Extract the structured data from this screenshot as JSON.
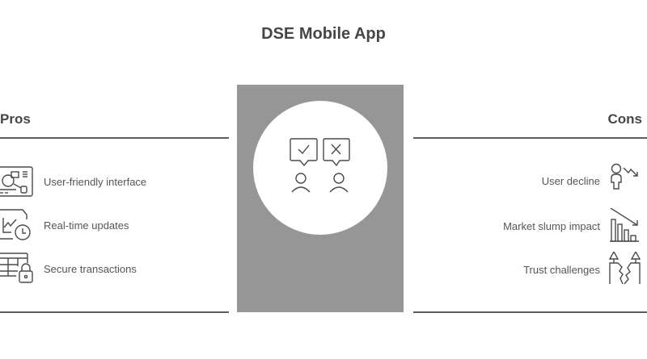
{
  "title": "DSE Mobile App",
  "pros": {
    "heading": "Pros",
    "items": [
      {
        "label": "User-friendly interface",
        "icon": "interface-layout-icon"
      },
      {
        "label": "Real-time updates",
        "icon": "chart-clock-icon"
      },
      {
        "label": "Secure transactions",
        "icon": "table-lock-icon"
      }
    ]
  },
  "cons": {
    "heading": "Cons",
    "items": [
      {
        "label": "User decline",
        "icon": "user-decline-icon"
      },
      {
        "label": "Market slump impact",
        "icon": "declining-bars-icon"
      },
      {
        "label": "Trust challenges",
        "icon": "broken-trust-icon"
      }
    ]
  },
  "center": {
    "icon": "pros-cons-people-icon"
  },
  "colors": {
    "panel": "#969696",
    "text": "#464646",
    "rule": "#5c5c5c",
    "icon_stroke": "#4a4a4a"
  }
}
